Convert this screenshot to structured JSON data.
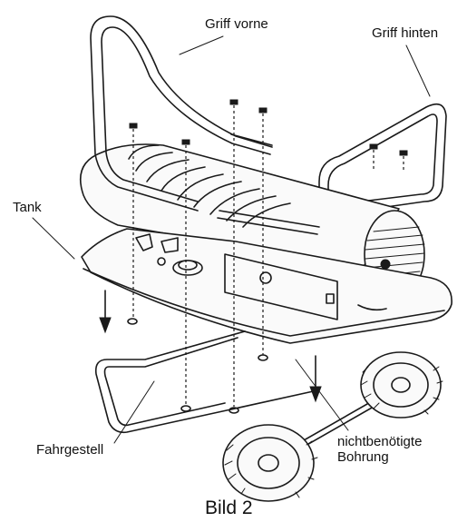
{
  "labels": {
    "griff_vorne": "Griff vorne",
    "griff_hinten": "Griff hinten",
    "tank": "Tank",
    "fahrgestell": "Fahrgestell",
    "nicht_line1": "nichtbenötigte",
    "nicht_line2": "Bohrung"
  },
  "caption": "Bild 2"
}
